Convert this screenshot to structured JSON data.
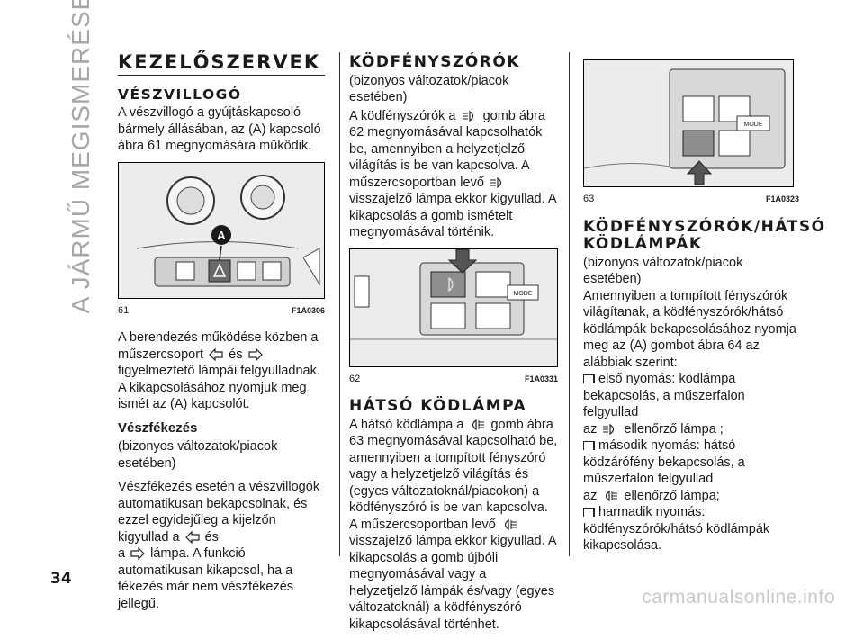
{
  "side_title": "A JÁRMŰ MEGISMERÉSE",
  "page_number": "34",
  "watermark": "carmanualsonline.info",
  "col1": {
    "heading": "KEZELŐSZERVEK",
    "subheading": "VÉSZVILLOGÓ",
    "intro": "A vészvillogó a gyújtáskapcsoló bármely állásában, az (A) kapcsoló ábra 61 megnyomására működik.",
    "fig_label_a": "A",
    "fig_number": "61",
    "fig_code": "F1A0306",
    "para2_part1": "A berendezés működése közben a műszercsoport",
    "para2_and": "és",
    "para2_part2": "figyelmeztető lámpái felgyulladnak. A kikapcsolásához nyomjuk meg ismét az (A) kapcsolót.",
    "sub2": "Vészfékezés",
    "variant_note": "(bizonyos változatok/piacok esetében)",
    "para3_part1": "Vészfékezés esetén a vészvillogók automatikusan bekapcsolnak, és ezzel egyidejűleg a kijelzőn kigyullad a",
    "para3_and": "és",
    "para3_a": "a",
    "para3_part2": "lámpa. A funkció automatikusan kikapcsol, ha a fékezés már nem vészfékezés jellegű."
  },
  "col2": {
    "heading": "KÖDFÉNYSZÓRÓK",
    "variant_note": "(bizonyos változatok/piacok esetében)",
    "para1_part1": "A ködfényszórók a",
    "para1_part2": "gomb ábra 62 megnyomásával kapcsolhatók be, amennyiben a helyzetjelző világítás is be van kapcsolva. A műszercsoportban levő",
    "para1_part3": "visszajelző lámpa ekkor kigyullad. A kikapcsolás a gomb ismételt megnyomásával történik.",
    "fig_mode": "MODE",
    "fig_number": "62",
    "fig_code": "F1A0331",
    "subheading": "HÁTSÓ KÖDLÁMPA",
    "para2_part1": "A hátsó ködlámpa a",
    "para2_part2": "gomb ábra 63 megnyomásával kapcsolható be, amennyiben a tompított fényszóró vagy a helyzetjelző világítás és (egyes változatoknál/piacokon) a ködfényszóró is be van kapcsolva. A műszercsoportban levő",
    "para2_part3": "visszajelző lámpa ekkor kigyullad. A kikapcsolás a gomb újbóli megnyomásával vagy a helyzetjelző lámpák és/vagy (egyes változatoknál) a ködfényszóró kikapcsolásával történhet."
  },
  "col3": {
    "fig_mode": "MODE",
    "fig_number": "63",
    "fig_code": "F1A0323",
    "heading": "KÖDFÉNYSZÓRÓK/HÁTSÓ KÖDLÁMPÁK",
    "variant_note": "(bizonyos változatok/piacok esetében)",
    "para1": "Amennyiben a tompított fényszórók világítanak, a ködfényszórók/hátsó ködlámpák bekapcsolásához nyomja meg az (A) gombot ábra 64 az alábbiak szerint:",
    "items": [
      {
        "line1": "első nyomás: ködlámpa bekapcsolás, a műszerfalon felgyullad",
        "pre": "az",
        "post": "ellenőrző lámpa ;"
      },
      {
        "line1": "második nyomás: hátsó ködzárófény bekapcsolás, a műszerfalon felgyullad",
        "pre": "az",
        "post": "ellenőrző lámpa;"
      },
      {
        "line1": "harmadik nyomás: ködfényszórók/hátsó ködlámpák kikapcsolása.",
        "pre": "",
        "post": ""
      }
    ]
  },
  "colors": {
    "text": "#1a1a1a",
    "side_title": "#a7a7a7",
    "watermark": "#c8c8c8",
    "button_dark": "#555555"
  }
}
